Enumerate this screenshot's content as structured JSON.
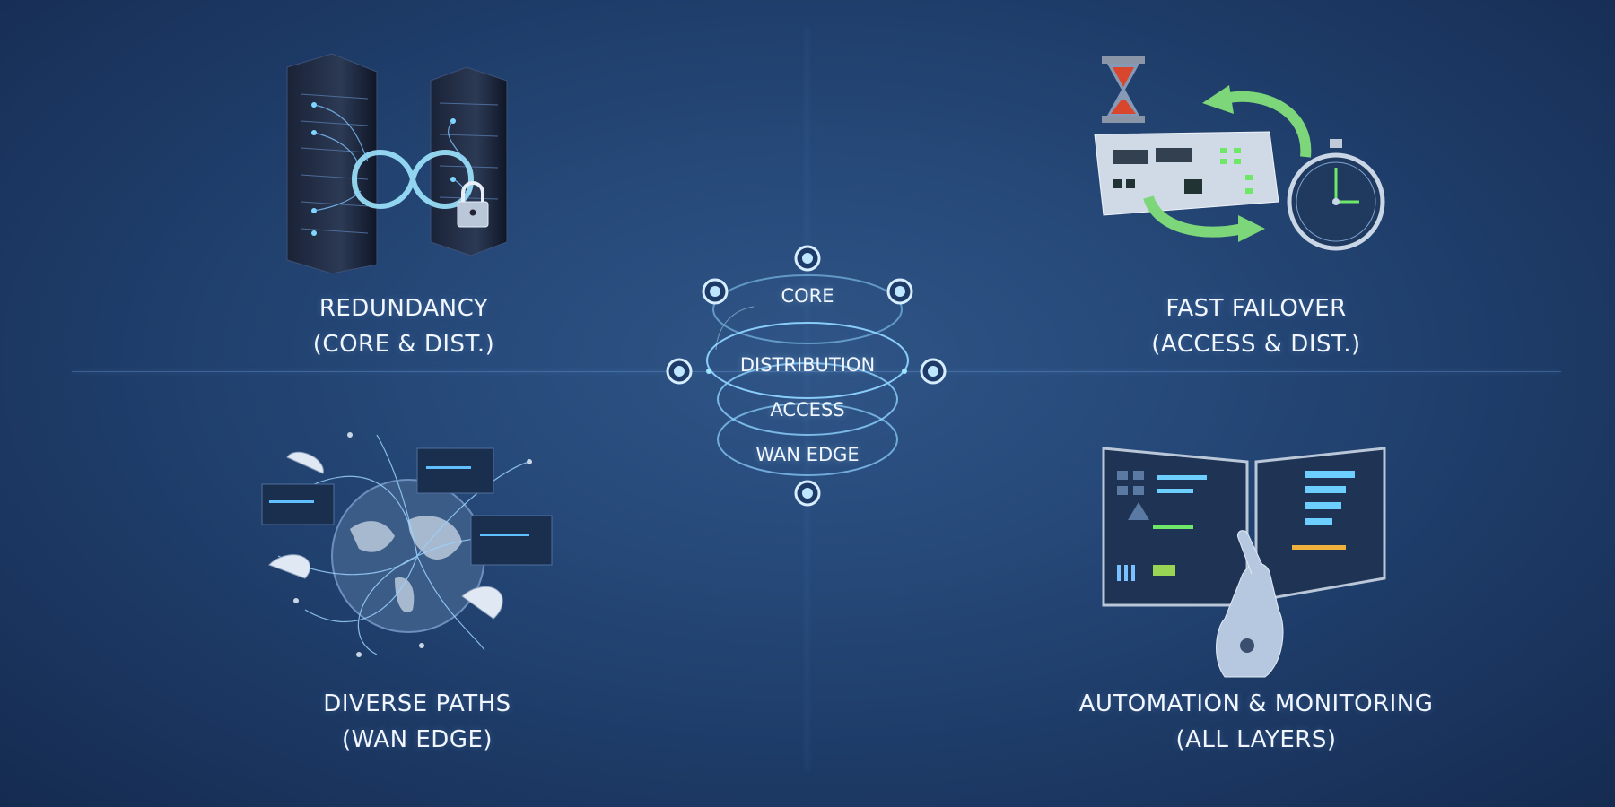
{
  "layers": {
    "core": "CORE",
    "distribution": "DISTRIBUTION",
    "access": "ACCESS",
    "wan_edge": "WAN EDGE"
  },
  "quadrants": {
    "redundancy": {
      "title": "REDUNDANCY",
      "subtitle": "(CORE & DIST.)",
      "icon": "server-racks-infinity-lock-icon"
    },
    "fast_failover": {
      "title": "FAST FAILOVER",
      "subtitle": "(ACCESS & DIST.)",
      "icon": "switch-hourglass-stopwatch-icon"
    },
    "diverse_paths": {
      "title": "DIVERSE PATHS",
      "subtitle": "(WAN EDGE)",
      "icon": "globe-satellite-dish-icon"
    },
    "automation": {
      "title": "AUTOMATION & MONITORING",
      "subtitle": "(ALL LAYERS)",
      "icon": "dashboard-robot-hand-icon"
    }
  },
  "colors": {
    "background": "#1f3c6a",
    "accent_blue": "#7fc4ff",
    "accent_green": "#7ed67a",
    "accent_red": "#d9462e"
  }
}
